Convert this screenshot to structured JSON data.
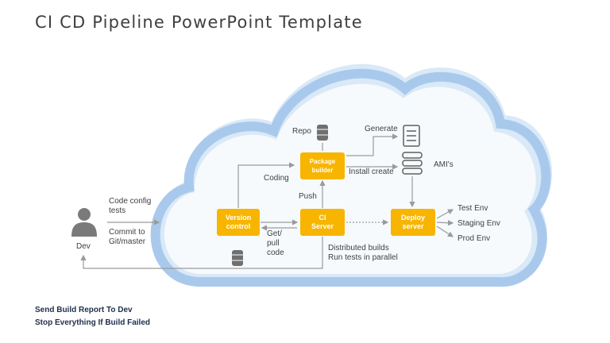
{
  "title": "CI CD Pipeline PowerPoint Template",
  "nodes": {
    "version_control": [
      "Version",
      "control"
    ],
    "ci_server": [
      "CI",
      "Server"
    ],
    "package_builder": [
      "Package",
      "builder"
    ],
    "deploy_server": [
      "Deploy",
      "server"
    ]
  },
  "labels": {
    "dev": "Dev",
    "code_config": [
      "Code config",
      "tests"
    ],
    "commit": [
      "Commit to",
      "Git/master"
    ],
    "repo": "Repo",
    "coding": "Coding",
    "push": "Push",
    "get_pull": [
      "Get/",
      "pull",
      "code"
    ],
    "generate": "Generate",
    "install_create": "Install create",
    "amis": "AMI's",
    "distributed": [
      "Distributed builds",
      "Run tests in parallel"
    ],
    "environments": [
      "Test Env",
      "Staging Env",
      "Prod Env"
    ]
  },
  "notes": [
    "Send Build Report To Dev",
    "Stop Everything  If Build Failed"
  ],
  "colors": {
    "accent": "#f7b500",
    "cloud_outer": "#cfe3f5",
    "cloud_rim": "#a9c9ec",
    "cloud_fill": "#f5f9fd",
    "arrow": "#9a9a9a",
    "icon": "#6f6f6f"
  }
}
